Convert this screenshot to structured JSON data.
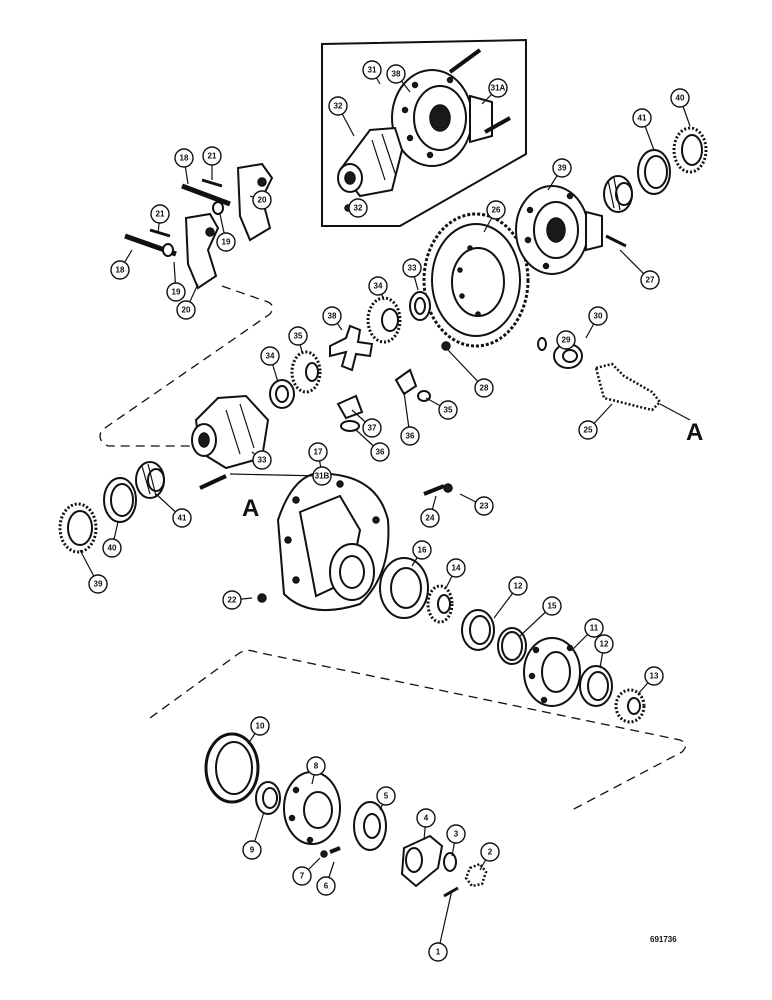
{
  "figure_id": "691736",
  "section_marker": "A",
  "callouts": [
    "1",
    "2",
    "3",
    "4",
    "5",
    "6",
    "7",
    "8",
    "9",
    "10",
    "11",
    "12",
    "12",
    "13",
    "14",
    "15",
    "16",
    "17",
    "18",
    "18",
    "19",
    "19",
    "20",
    "20",
    "21",
    "21",
    "22",
    "23",
    "24",
    "25",
    "26",
    "27",
    "28",
    "29",
    "30",
    "31",
    "31A",
    "31B",
    "32",
    "32",
    "33",
    "33",
    "34",
    "34",
    "35",
    "35",
    "36",
    "36",
    "37",
    "38",
    "38",
    "39",
    "39",
    "40",
    "40",
    "41",
    "41"
  ]
}
